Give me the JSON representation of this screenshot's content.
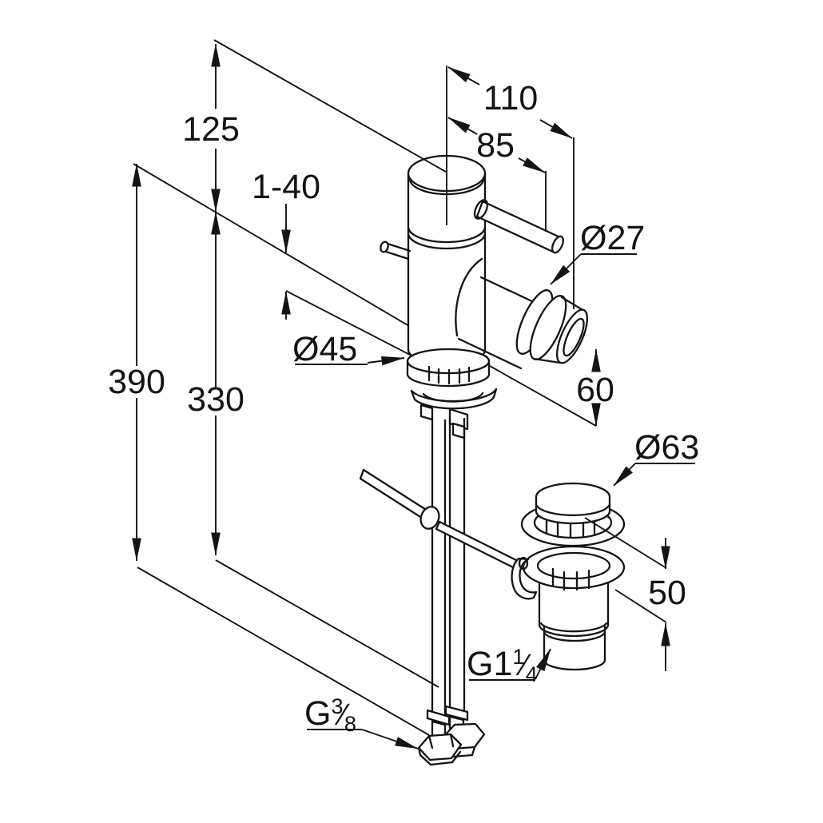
{
  "page": {
    "background": "#ffffff"
  },
  "drawing": {
    "type": "technical dimension drawing",
    "subject": "single-lever bidet mixer with pop-up waste set and flexible supply hoses",
    "line_color": "#141414",
    "labels": {
      "height_above_deck": "125",
      "deck_thickness_range": "1-40",
      "overall_height_to_connection": "390",
      "below_deck_length": "330",
      "spout_reach_total": "110",
      "handle_reach": "85",
      "spout_diameter": "Ø27",
      "base_diameter": "Ø45",
      "spout_height_above_rim": "60",
      "waste_flange_diameter": "Ø63",
      "waste_height": "50",
      "drain_thread": {
        "base": "G1",
        "numerator": "1",
        "denominator": "4"
      },
      "supply_thread": {
        "base": "G",
        "numerator": "3",
        "denominator": "8"
      }
    }
  }
}
